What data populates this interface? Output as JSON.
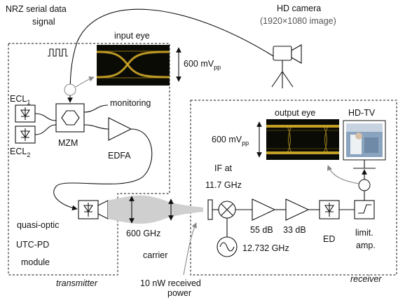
{
  "labels": {
    "nrz_line1": "NRZ serial data",
    "nrz_line2": "signal",
    "hd_camera": "HD camera",
    "hd_camera_res": "(1920×1080 image)",
    "input_eye": "input eye",
    "input_eye_amp": "600 mV",
    "input_eye_amp_sub": "pp",
    "ecl1": "ECL",
    "ecl1_sub": "1",
    "ecl2": "ECL",
    "ecl2_sub": "2",
    "mzm": "MZM",
    "monitoring": "monitoring",
    "edfa": "EDFA",
    "output_eye": "output eye",
    "hd_tv": "HD-TV",
    "output_eye_amp": "600 mV",
    "output_eye_amp_sub": "pp",
    "if_line1": "IF at",
    "if_line2": "11.7 GHz",
    "quasi_optic": "quasi-optic",
    "carrier_freq": "600 GHz",
    "gain_1": "55 dB",
    "gain_2": "33 dB",
    "lo_freq": "12.732 GHz",
    "ed": "ED",
    "limit_line1": "limit.",
    "limit_line2": "amp.",
    "utc_pd_line1": "UTC-PD",
    "utc_pd_line2": "module",
    "carrier": "carrier",
    "transmitter": "transmitter",
    "receiver": "receiver",
    "received_line1": "10 nW received",
    "received_line2": "power"
  },
  "colors": {
    "eye_trace": "#d9b02a",
    "eye_background": "#0b0b06",
    "beam": "#cfcfcf",
    "tv_screen": "#8aa3bf",
    "arrow_gray": "#888888"
  }
}
